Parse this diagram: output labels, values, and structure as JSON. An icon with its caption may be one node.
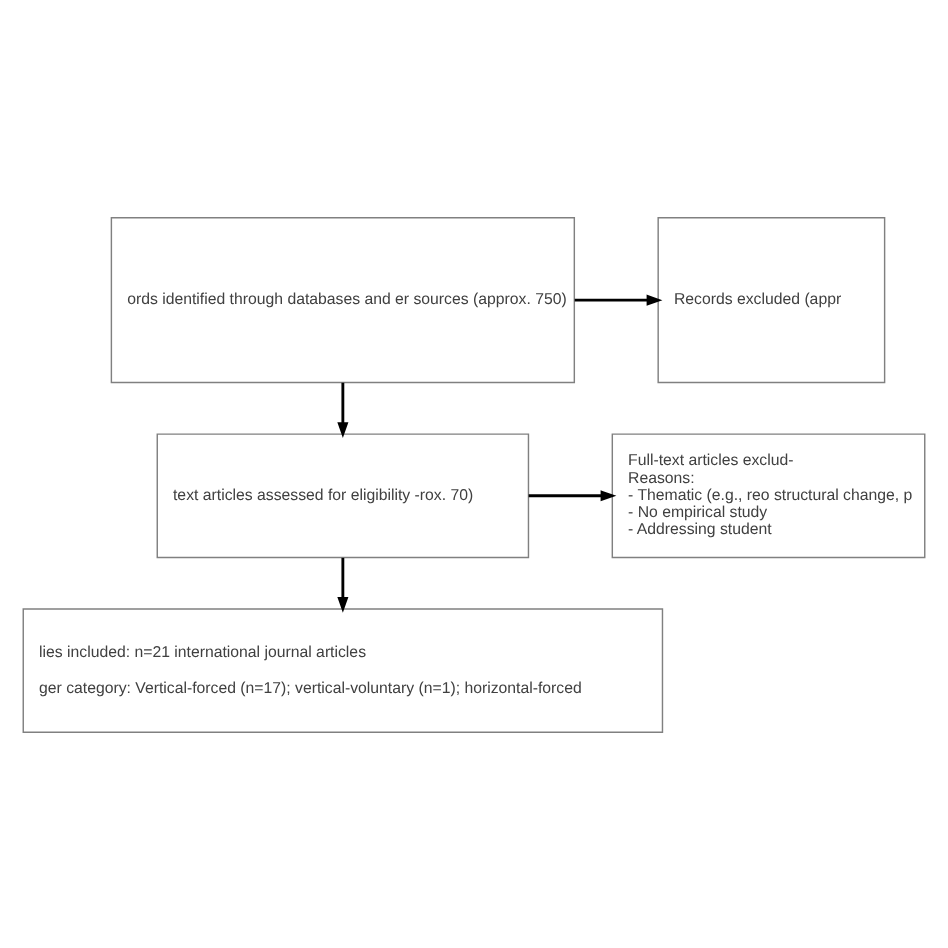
{
  "diagram": {
    "nodes": [
      {
        "text": [
          "ords identified through databases and er sources (approx. 750)"
        ]
      },
      {
        "text": [
          "Records excluded (appr"
        ]
      },
      {
        "text": [
          "text articles assessed for eligibility -rox. 70)"
        ]
      },
      {
        "text": [
          "Full-text articles exclud-",
          "Reasons:",
          "- Thematic (e.g., reo structural change, p",
          "- No empirical study",
          "- Addressing student"
        ]
      },
      {
        "text": [
          "lies included: n=21 international journal articles",
          "ger category: Vertical-forced (n=17); vertical-voluntary (n=1); horizontal-forced"
        ]
      }
    ],
    "edges": [
      {
        "from": 0,
        "to": 1,
        "arrow": "to"
      },
      {
        "from": 0,
        "to": 2,
        "arrow": "to"
      },
      {
        "from": 2,
        "to": 3,
        "arrow": "to"
      },
      {
        "from": 2,
        "to": 4,
        "arrow": "to"
      }
    ]
  }
}
